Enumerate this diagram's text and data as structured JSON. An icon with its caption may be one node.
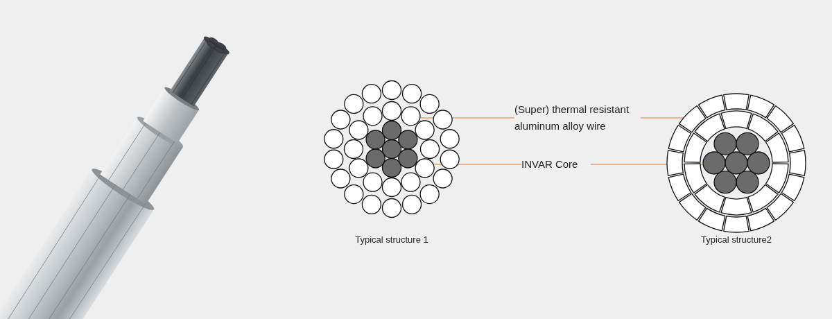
{
  "diagram": {
    "nodes": [
      {
        "text": [
          "(Super) thermal resistant aluminum alloy wire"
        ]
      },
      {
        "text": [
          "INVAR Core"
        ]
      },
      {
        "text": [],
        "shape": "picture",
        "beside": [
          "Typical structure 1"
        ]
      },
      {
        "text": [],
        "shape": "picture",
        "beside": [
          "Typical structure2"
        ]
      },
      {
        "text": [],
        "shape": "circle",
        "in": 2
      },
      {
        "text": [],
        "shape": "circle",
        "in": 2
      },
      {
        "text": [],
        "shape": "box",
        "in": 3
      },
      {
        "text": [],
        "shape": "circle",
        "in": 3
      }
    ],
    "edges": [
      {
        "from": 0,
        "to": 4,
        "arrow": "none"
      },
      {
        "from": 0,
        "to": 6,
        "arrow": "none"
      },
      {
        "from": 1,
        "to": 5,
        "arrow": "none"
      },
      {
        "from": 1,
        "to": 7,
        "arrow": "none"
      }
    ]
  }
}
